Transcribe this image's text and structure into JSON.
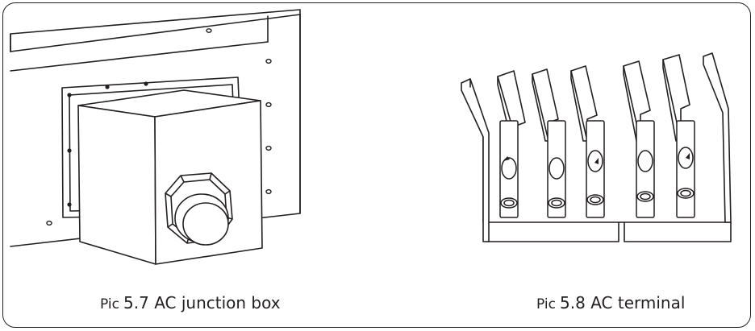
{
  "figures": [
    {
      "caption_prefix": "Pic",
      "caption_text": "5.7 AC junction box",
      "illustration": "ac-junction-box"
    },
    {
      "caption_prefix": "Pic",
      "caption_text": "5.8 AC terminal",
      "illustration": "ac-terminal-block"
    }
  ],
  "colors": {
    "line": "#231f20",
    "background": "#ffffff"
  }
}
